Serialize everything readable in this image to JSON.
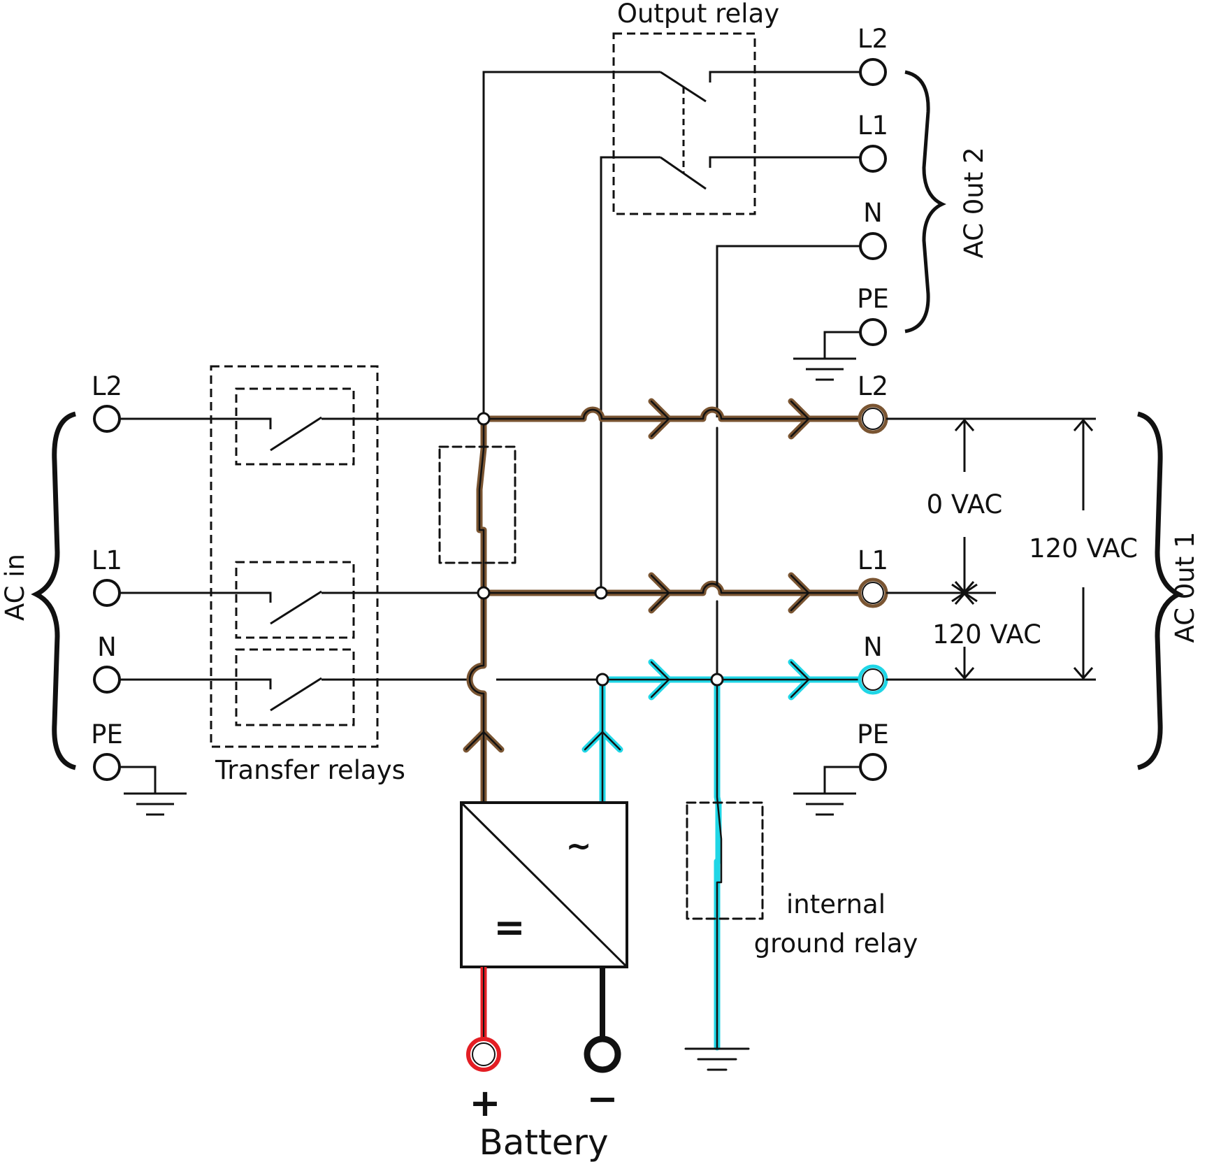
{
  "colors": {
    "wire": "#111111",
    "live": "#7a5532",
    "neutral": "#1fd6e6",
    "battery_pos": "#e31e24",
    "battery_neg": "#111111"
  },
  "output_relay": {
    "label": "Output relay"
  },
  "ac_out2": {
    "group_label": "AC 0ut 2",
    "terminals": [
      "L2",
      "L1",
      "N",
      "PE"
    ]
  },
  "ac_in": {
    "group_label": "AC in",
    "terminals": [
      "L2",
      "L1",
      "N",
      "PE"
    ]
  },
  "transfer_relays": {
    "label": "Transfer relays"
  },
  "ac_out1": {
    "group_label": "AC 0ut 1",
    "terminals": [
      "L2",
      "L1",
      "N",
      "PE"
    ]
  },
  "measurements": {
    "l2_l1": "0 VAC",
    "l1_n": "120 VAC",
    "l2_n": "120 VAC"
  },
  "inverter": {
    "ac_symbol": "~",
    "dc_symbol": "="
  },
  "ground_relay": {
    "line1": "internal",
    "line2": "ground relay"
  },
  "battery": {
    "label": "Battery",
    "pos": "+",
    "neg": "−"
  }
}
